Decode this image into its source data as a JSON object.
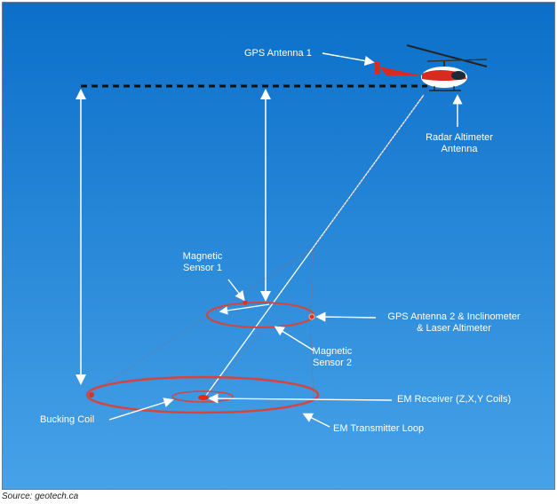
{
  "labels": {
    "gps_antenna_1": "GPS Antenna 1",
    "radar_altimeter_line1": "Radar Altimeter",
    "radar_altimeter_line2": "Antenna",
    "magnetic_sensor_1_line1": "Magnetic",
    "magnetic_sensor_1_line2": "Sensor 1",
    "gps_antenna_2_line1": "GPS Antenna 2 & Inclinometer",
    "gps_antenna_2_line2": "& Laser Altimeter",
    "magnetic_sensor_2_line1": "Magnetic",
    "magnetic_sensor_2_line2": "Sensor 2",
    "em_receiver": "EM Receiver (Z,X,Y Coils)",
    "bucking_coil": "Bucking Coil",
    "em_transmitter_loop": "EM Transmitter Loop"
  },
  "source": "Source: geotech.ca",
  "colors": {
    "sky_top": "#0b6fc9",
    "sky_bottom": "#3f9de6",
    "arrow": "#ffffff",
    "loop": "#d8433a",
    "helicopter_red": "#d82a1f"
  }
}
